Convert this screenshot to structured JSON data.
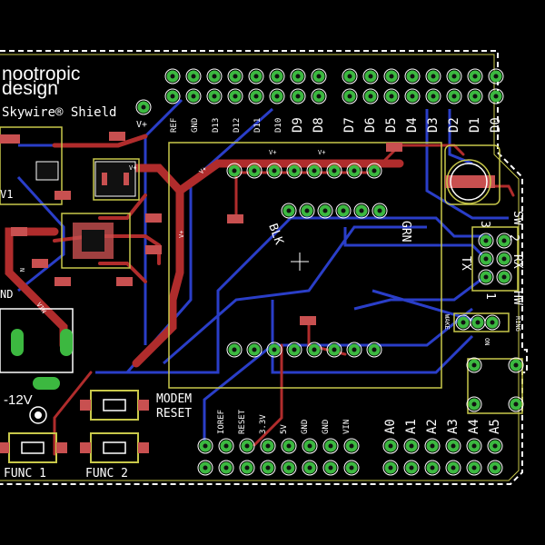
{
  "brand": {
    "line1": "nootropic",
    "line2": "design"
  },
  "product": "Skywire® Shield",
  "labels": {
    "vplus": "V+",
    "blk": "BLK",
    "grn": "GRN",
    "modem": "MODEM",
    "reset": "RESET",
    "func1": "FUNC 1",
    "func2": "FUNC 2",
    "voltage": "-12V",
    "vin": "VIN",
    "wake": "WAKE",
    "on": "ON",
    "ring": "RING",
    "sw": "SW",
    "rx": "RX",
    "tx": "TX",
    "hw": "HW",
    "rx_num": "2",
    "tx_num": "3",
    "hw_num": "1",
    "trace_vplus": "V+",
    "edge_v1": "V1",
    "edge_nd": "ND",
    "edge_n": "N"
  },
  "digital_header": [
    "REF",
    "GND",
    "D13",
    "D12",
    "D11",
    "D10",
    "D9",
    "D8",
    "D7",
    "D6",
    "D5",
    "D4",
    "D3",
    "D2",
    "D1",
    "D0"
  ],
  "power_header": [
    "IOREF",
    "RESET",
    "3.3V",
    "5V",
    "GND",
    "GND",
    "VIN"
  ],
  "analog_header": [
    "A0",
    "A1",
    "A2",
    "A3",
    "A4",
    "A5"
  ],
  "colors": {
    "board": "#000000",
    "top_copper": "#b02c2c",
    "bottom_copper": "#2a3ec8",
    "pad": "#3cb840",
    "silkscreen": "#ffffff",
    "outline": "#c8c84a",
    "smd_pad": "#c85050"
  }
}
